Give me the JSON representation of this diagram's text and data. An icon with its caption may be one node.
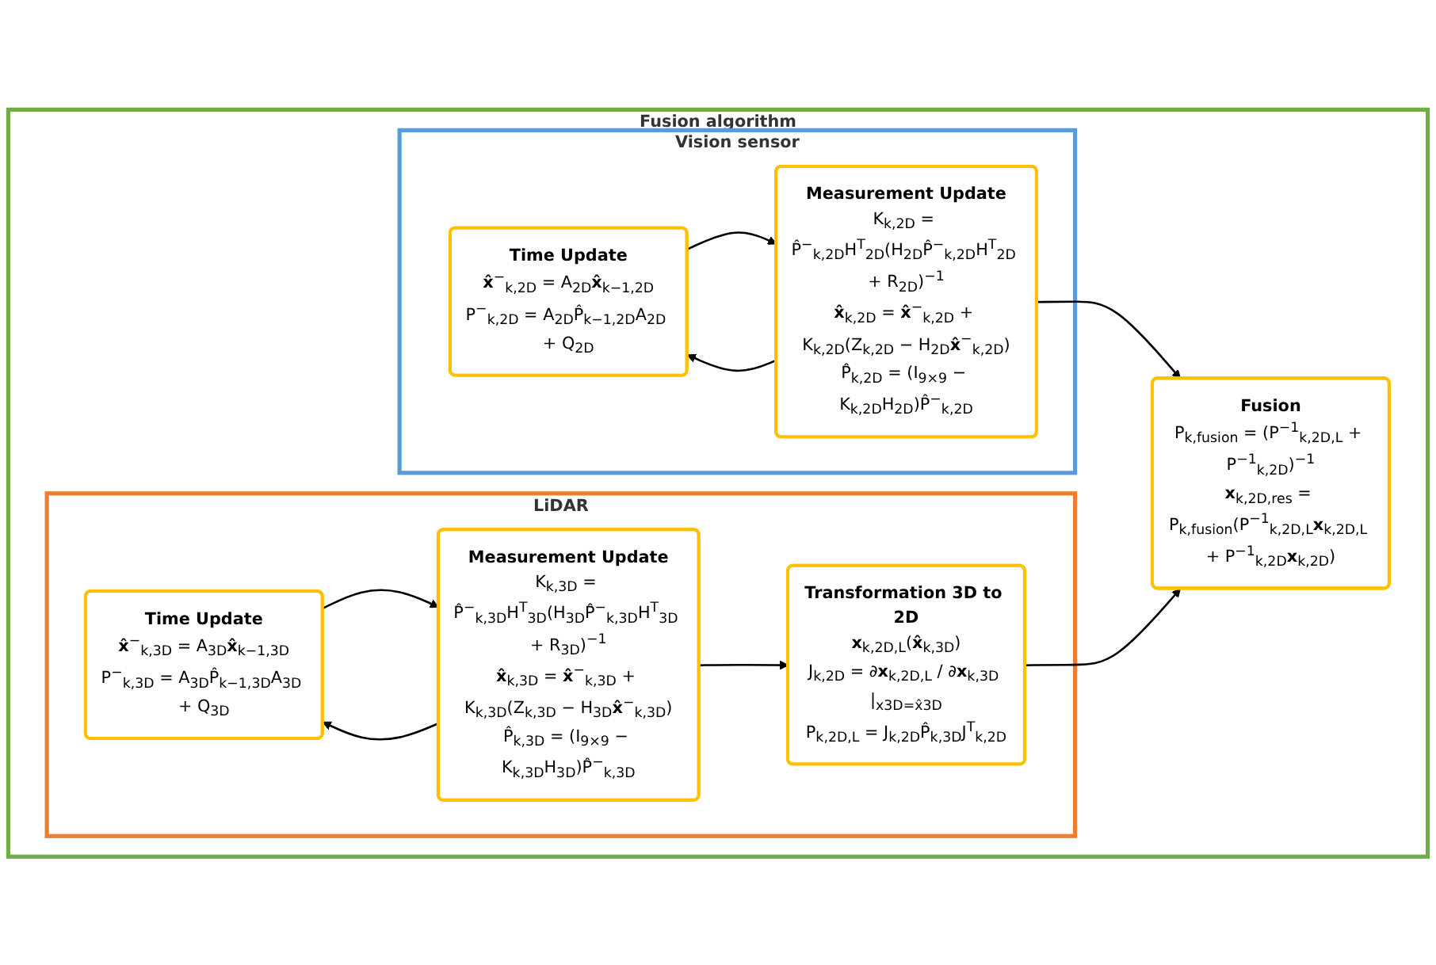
{
  "diagram": {
    "nodes": [
      {
        "text": [
          "Fusion algorithm"
        ]
      },
      {
        "text": [
          "Vision sensor"
        ],
        "in": 0
      },
      {
        "text": [
          "Time Update",
          "**x̂**$^{−}$$_{k,2D}$ = A$_{2D}$**x̂**$_{k−1,2D}$",
          "P$^{−}$$_{k,2D}$ = A$_{2D}$P̂$_{k−1,2D}$A$_{2D}$ + Q$_{2D}$"
        ],
        "in": 1
      },
      {
        "text": [
          "Measurement Update",
          "K$_{k,2D}$ = P̂$^{−}$$_{k,2D}$H$^{T}$$_{2D}$(H$_{2D}$P̂$^{−}$$_{k,2D}$H$^{T}$$_{2D}$ + R$_{2D}$)$^{−1}$",
          "**x̂**$_{k,2D}$ = **x̂**$^{−}$$_{k,2D}$ + K$_{k,2D}$(Z$_{k,2D}$ − H$_{2D}$**x̂**$^{−}$$_{k,2D}$)",
          "P̂$_{k,2D}$ = (I$_{9×9}$ − K$_{k,2D}$H$_{2D}$)P̂$^{−}$$_{k,2D}$"
        ],
        "in": 1
      },
      {
        "text": [
          "LiDAR"
        ],
        "in": 0
      },
      {
        "text": [
          "Time Update",
          "**x̂**$^{−}$$_{k,3D}$ = A$_{3D}$**x̂**$_{k−1,3D}$",
          "P$^{−}$$_{k,3D}$ = A$_{3D}$P̂$_{k−1,3D}$A$_{3D}$ + Q$_{3D}$"
        ],
        "in": 4
      },
      {
        "text": [
          "Measurement Update",
          "K$_{k,3D}$ = P̂$^{−}$$_{k,3D}$H$^{T}$$_{3D}$(H$_{3D}$P̂$^{−}$$_{k,3D}$H$^{T}$$_{3D}$ + R$_{3D}$)$^{−1}$",
          "**x̂**$_{k,3D}$ = **x̂**$^{−}$$_{k,3D}$ + K$_{k,3D}$(Z$_{k,3D}$ − H$_{3D}$**x̂**$^{−}$$_{k,3D}$)",
          "P̂$_{k,3D}$ = (I$_{9×9}$ − K$_{k,3D}$H$_{3D}$)P̂$^{−}$$_{k,3D}$"
        ],
        "in": 4
      },
      {
        "text": [
          "Transformation 3D to 2D",
          "**x**$_{k,2D,L}$(**x̂**$_{k,3D}$)",
          "J$_{k,2D}$ = ∂**x**$_{k,2D,L}$ / ∂**x**$_{k,3D}$ |$_{x3D=x̂3D}$",
          "P$_{k,2D,L}$ = J$_{k,2D}$P̂$_{k,3D}$J$^{T}$$_{k,2D}$"
        ],
        "in": 4
      },
      {
        "text": [
          "Fusion",
          "P$_{k,fusion}$ = (P$^{−1}$$_{k,2D,L}$ + P$^{−1}$$_{k,2D}$)$^{−1}$",
          "**x**$_{k,2D,res}$ = P$_{k,fusion}$(P$^{−1}$$_{k,2D,L}$**x**$_{k,2D,L}$ + P$^{−1}$$_{k,2D}$**x**$_{k,2D}$)"
        ],
        "in": 0
      }
    ],
    "edges": [
      {
        "from": 2,
        "to": 3,
        "arrow": "to"
      },
      {
        "from": 3,
        "to": 2,
        "arrow": "to"
      },
      {
        "from": 5,
        "to": 6,
        "arrow": "to"
      },
      {
        "from": 6,
        "to": 5,
        "arrow": "to"
      },
      {
        "from": 6,
        "to": 7,
        "arrow": "to"
      },
      {
        "from": 3,
        "to": 8,
        "arrow": "to"
      },
      {
        "from": 7,
        "to": 8,
        "arrow": "to"
      }
    ]
  }
}
